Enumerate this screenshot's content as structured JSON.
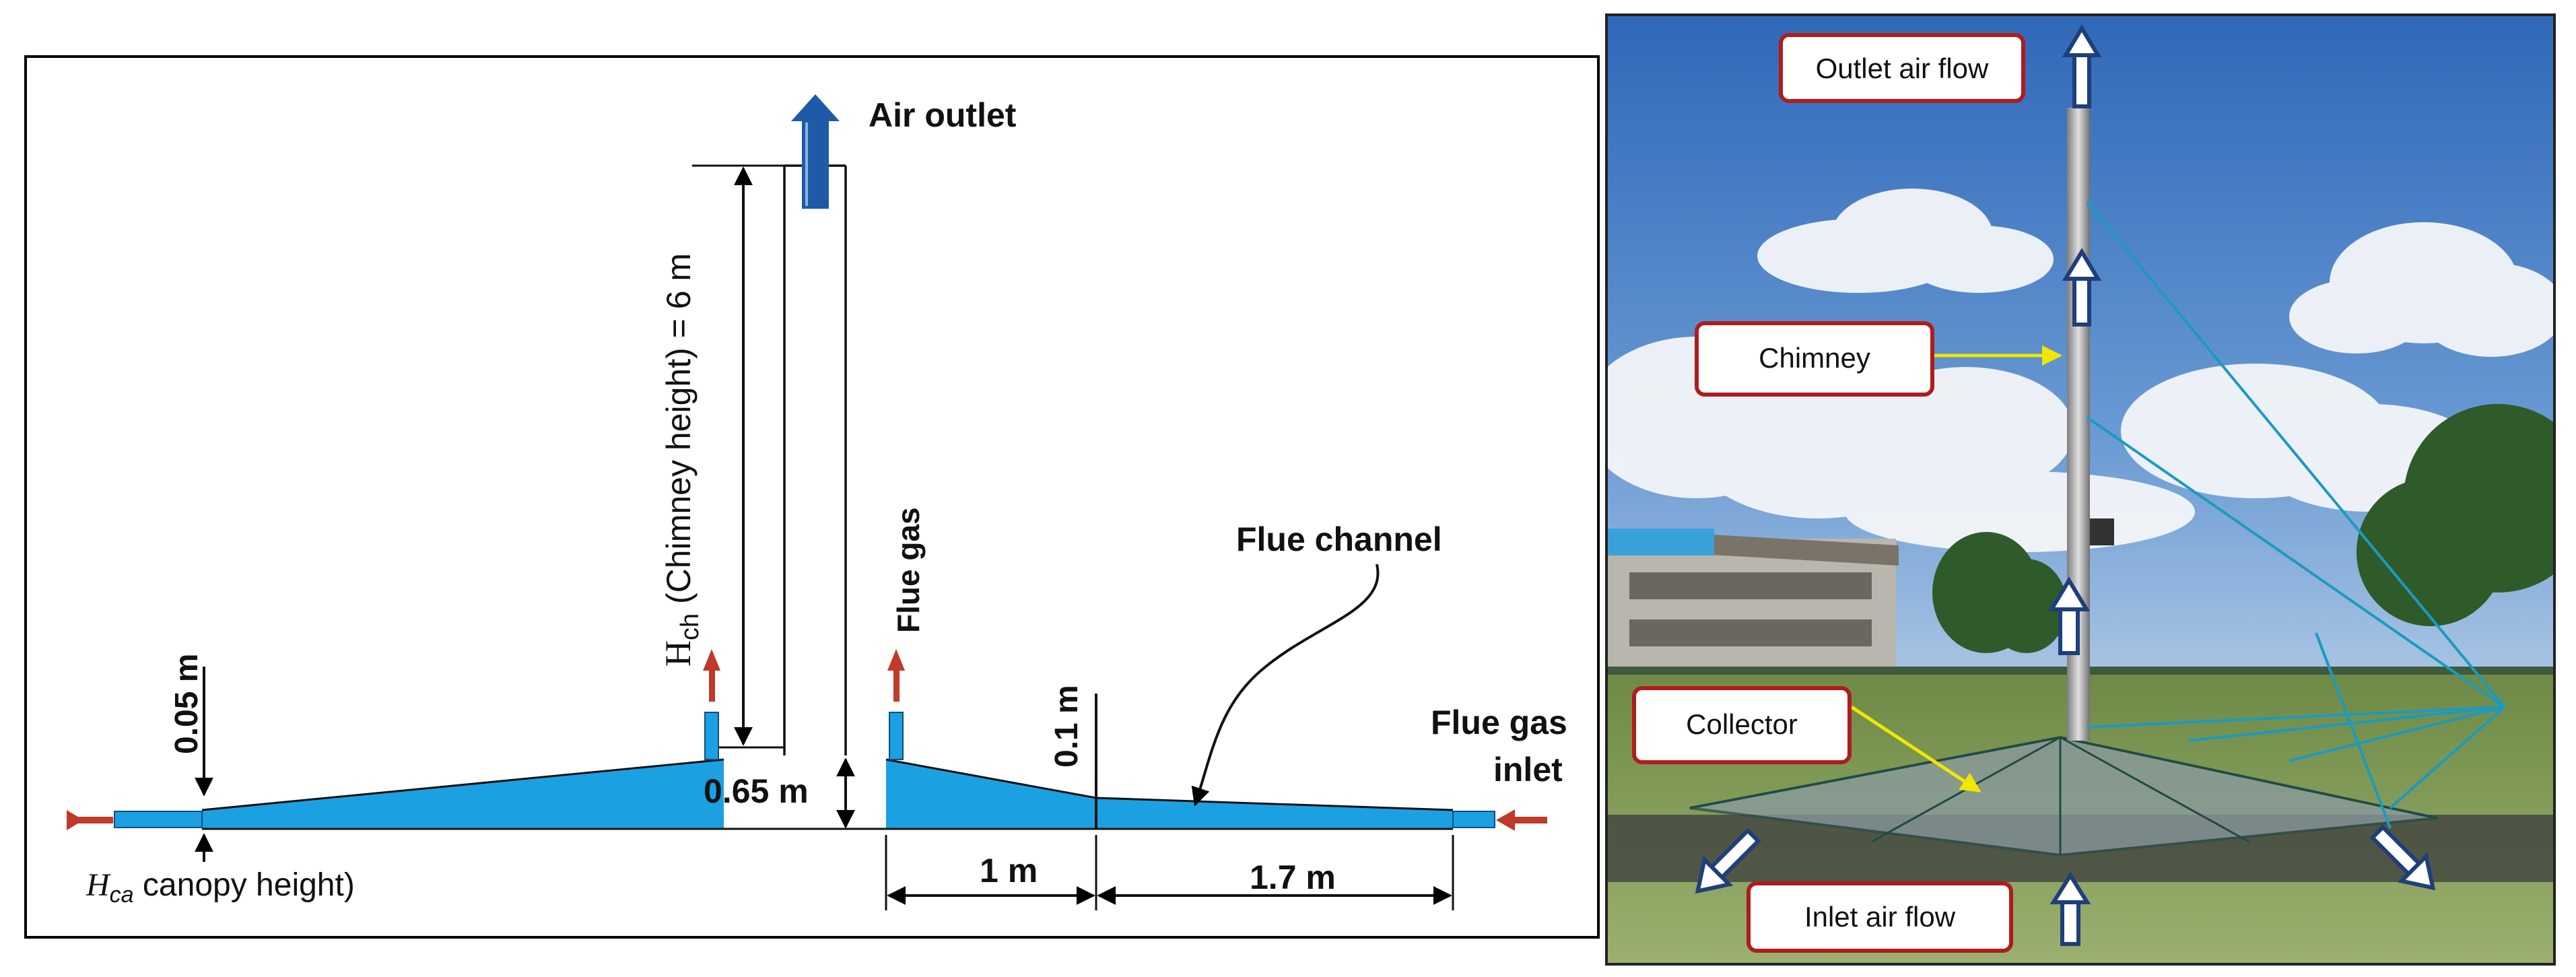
{
  "schematic": {
    "air_outlet": "Air outlet",
    "chimney_height": "H",
    "chimney_height_sub": "ch",
    "chimney_height_rest": " (Chimney height) = 6 m",
    "flue_gas": "Flue gas",
    "flue_channel": "Flue channel",
    "flue_gas_inlet_line1": "Flue gas",
    "flue_gas_inlet_line2": "inlet",
    "dim_005": "0.05 m",
    "dim_065": "0.65  m",
    "dim_01": "0.1 m",
    "dim_1m": "1 m",
    "dim_17m": "1.7 m",
    "canopy_H": "H",
    "canopy_sub": "ca",
    "canopy_rest": " canopy height)"
  },
  "photo": {
    "outlet_air_flow": "Outlet air flow",
    "chimney": "Chimney",
    "collector": "Collector",
    "inlet_air_flow": "Inlet air flow"
  },
  "colors": {
    "collector_fill": "#1ba1e2",
    "arrow_blue": "#1e5aa8",
    "arrow_red": "#c0392b",
    "label_border": "#b01c1c",
    "pointer_yellow": "#f2e600",
    "guy_wire": "#1a9bc0"
  }
}
